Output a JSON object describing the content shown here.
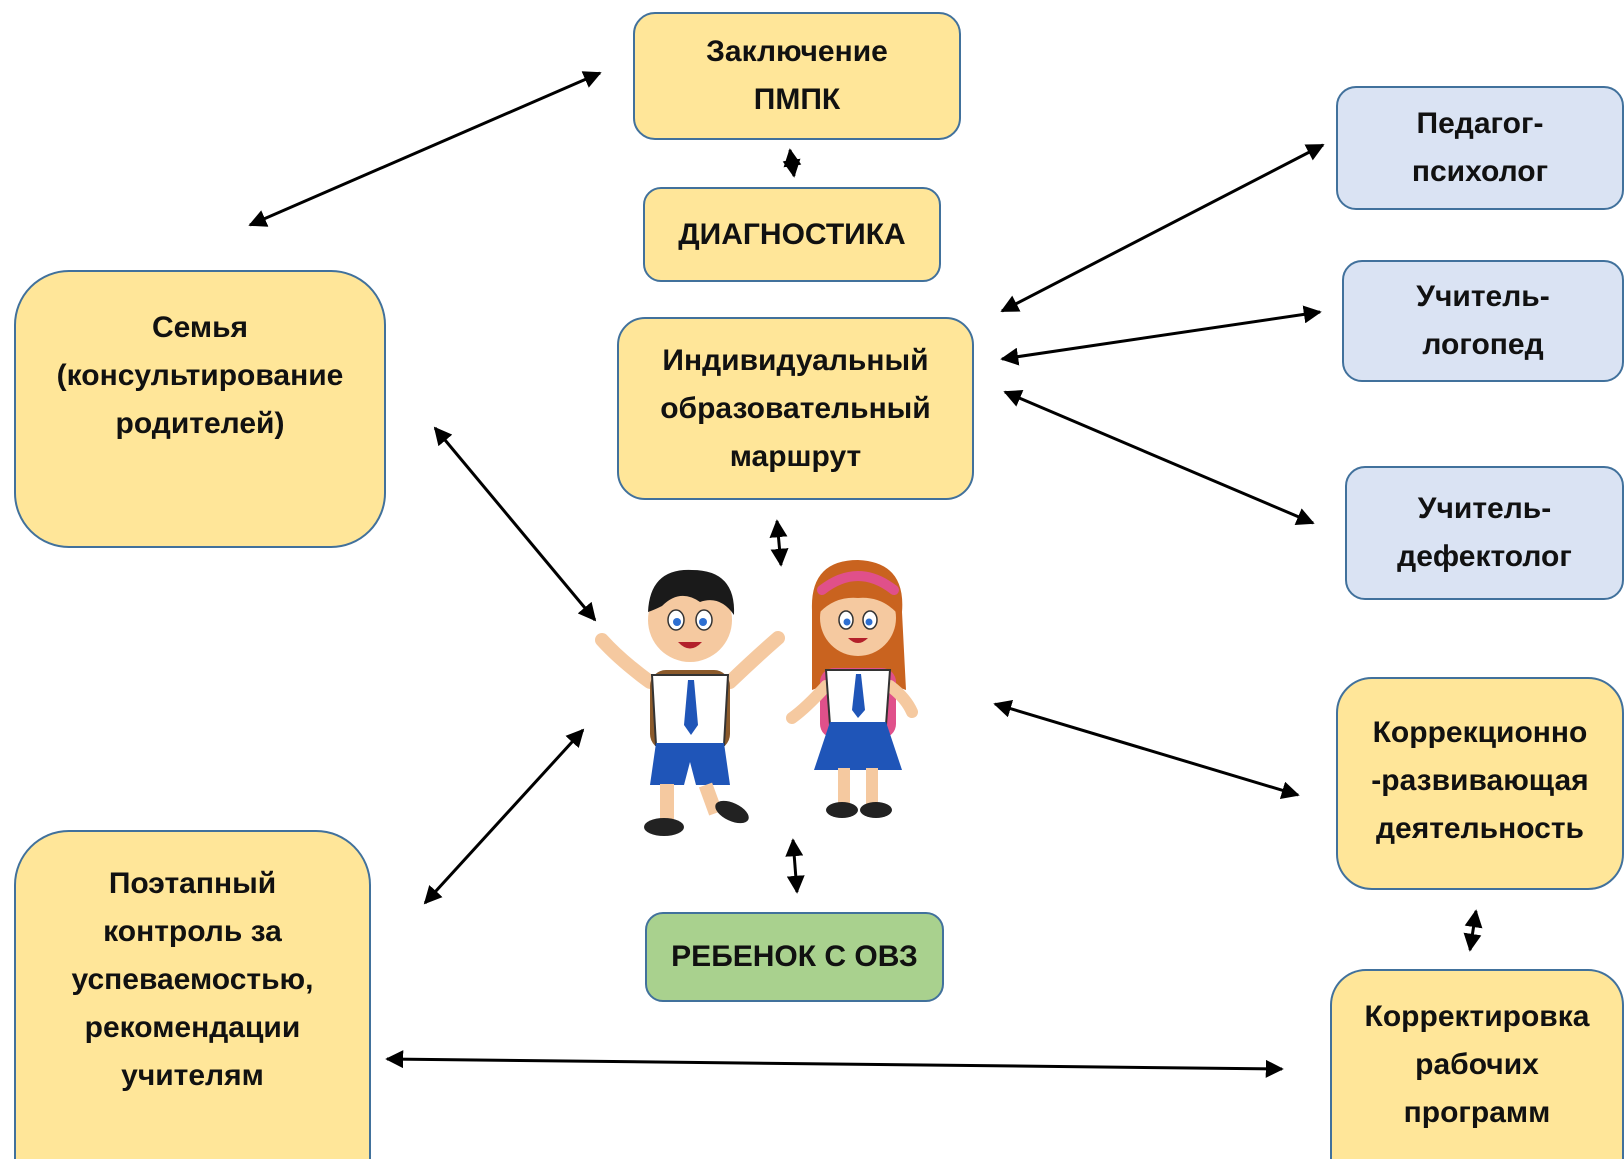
{
  "colors": {
    "warm_box": "#ffe699",
    "specialist_box": "#dae3f3",
    "child_box": "#a9d18e",
    "box_border": "#41719c",
    "arrow": "#000000"
  },
  "nodes": {
    "pmpk": "Заключение\nПМПК",
    "diagnostics": "ДИАГНОСТИКА",
    "route": "Индивидуальный\nобразовательный\nмаршрут",
    "family": "Семья\n(консультирование\nродителей)",
    "psychologist": "Педагог-\nпсихолог",
    "speech": "Учитель-\nлогопед",
    "defect": "Учитель-\nдефектолог",
    "correction": "Коррекционно\n-развивающая\nдеятельность",
    "programs": "Корректировка\nрабочих\nпрограмм",
    "control": "Поэтапный\nконтроль за\nуспеваемостью,\nрекомендации\nучителям",
    "child": "РЕБЕНОК С ОВЗ"
  },
  "illustration": "boy-and-girl-schoolchildren-picture"
}
